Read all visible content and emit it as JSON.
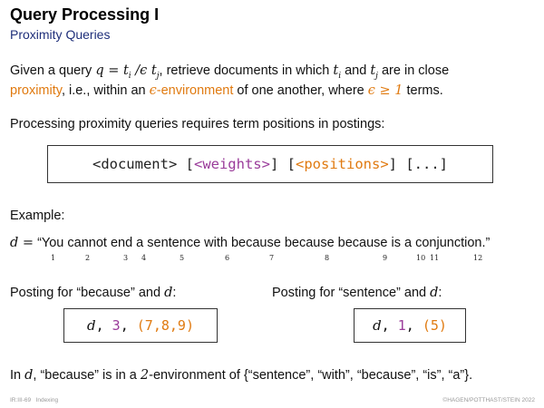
{
  "title": "Query Processing I",
  "subtitle": "Proximity Queries",
  "intro": {
    "l1a": "Given a query ",
    "l1_q": "q = t",
    "l1_qi": "i",
    "l1_sep": " /ϵ t",
    "l1_qj": "j",
    "l1b": ", retrieve documents in which ",
    "l1_ti": "t",
    "l1_ti_sub": "i",
    "l1c": " and ",
    "l1_tj": "t",
    "l1_tj_sub": "j",
    "l1d": " are in close",
    "l2_proximity": "proximity",
    "l2a": ", i.e., within an ",
    "l2_env_eps": "ϵ",
    "l2_env": "-environment",
    "l2b": " of one another, where ",
    "l2_cond": "ϵ ≥ 1",
    "l2c": " terms."
  },
  "processing_text": "Processing proximity queries requires term positions in postings:",
  "code": {
    "document": "<document>",
    "bracket_open1": " [",
    "weights": "<weights>",
    "bracket_close1": "] ",
    "bracket_open2": "[",
    "positions": "<positions>",
    "bracket_close2": "] ",
    "ellipsis": "[...]"
  },
  "example_label": "Example:",
  "sentence": {
    "d_eq": "d =",
    "text": " “You cannot end a sentence with because because because is a conjunction.”"
  },
  "positions": [
    "1",
    "2",
    "3",
    "4",
    "5",
    "6",
    "7",
    "8",
    "9",
    "10",
    "11",
    "12"
  ],
  "posting_because_label": "Posting for “because” and ",
  "posting_sentence_label": "Posting for “sentence” and ",
  "d_symbol": "d",
  "colon": ":",
  "posting_because": {
    "d": "d",
    "sep1": ", ",
    "count": "3",
    "sep2": ", ",
    "positions": "(7,8,9)"
  },
  "posting_sentence": {
    "d": "d",
    "sep1": ", ",
    "count": "1",
    "sep2": ", ",
    "positions": "(5)"
  },
  "conclusion": {
    "a": "In ",
    "d": "d",
    "b": ", “because” is in a ",
    "n": "2",
    "c": "-environment of {“sentence”, “with”, “because”, “is”, “a”}."
  },
  "footer": {
    "left": "IR:III-69   Indexing",
    "right": "©HAGEN/POTTHAST/STEIN 2022"
  },
  "colors": {
    "orange": "#e07a10",
    "purple": "#9a3c9a",
    "subtitle": "#1f2f7a"
  }
}
